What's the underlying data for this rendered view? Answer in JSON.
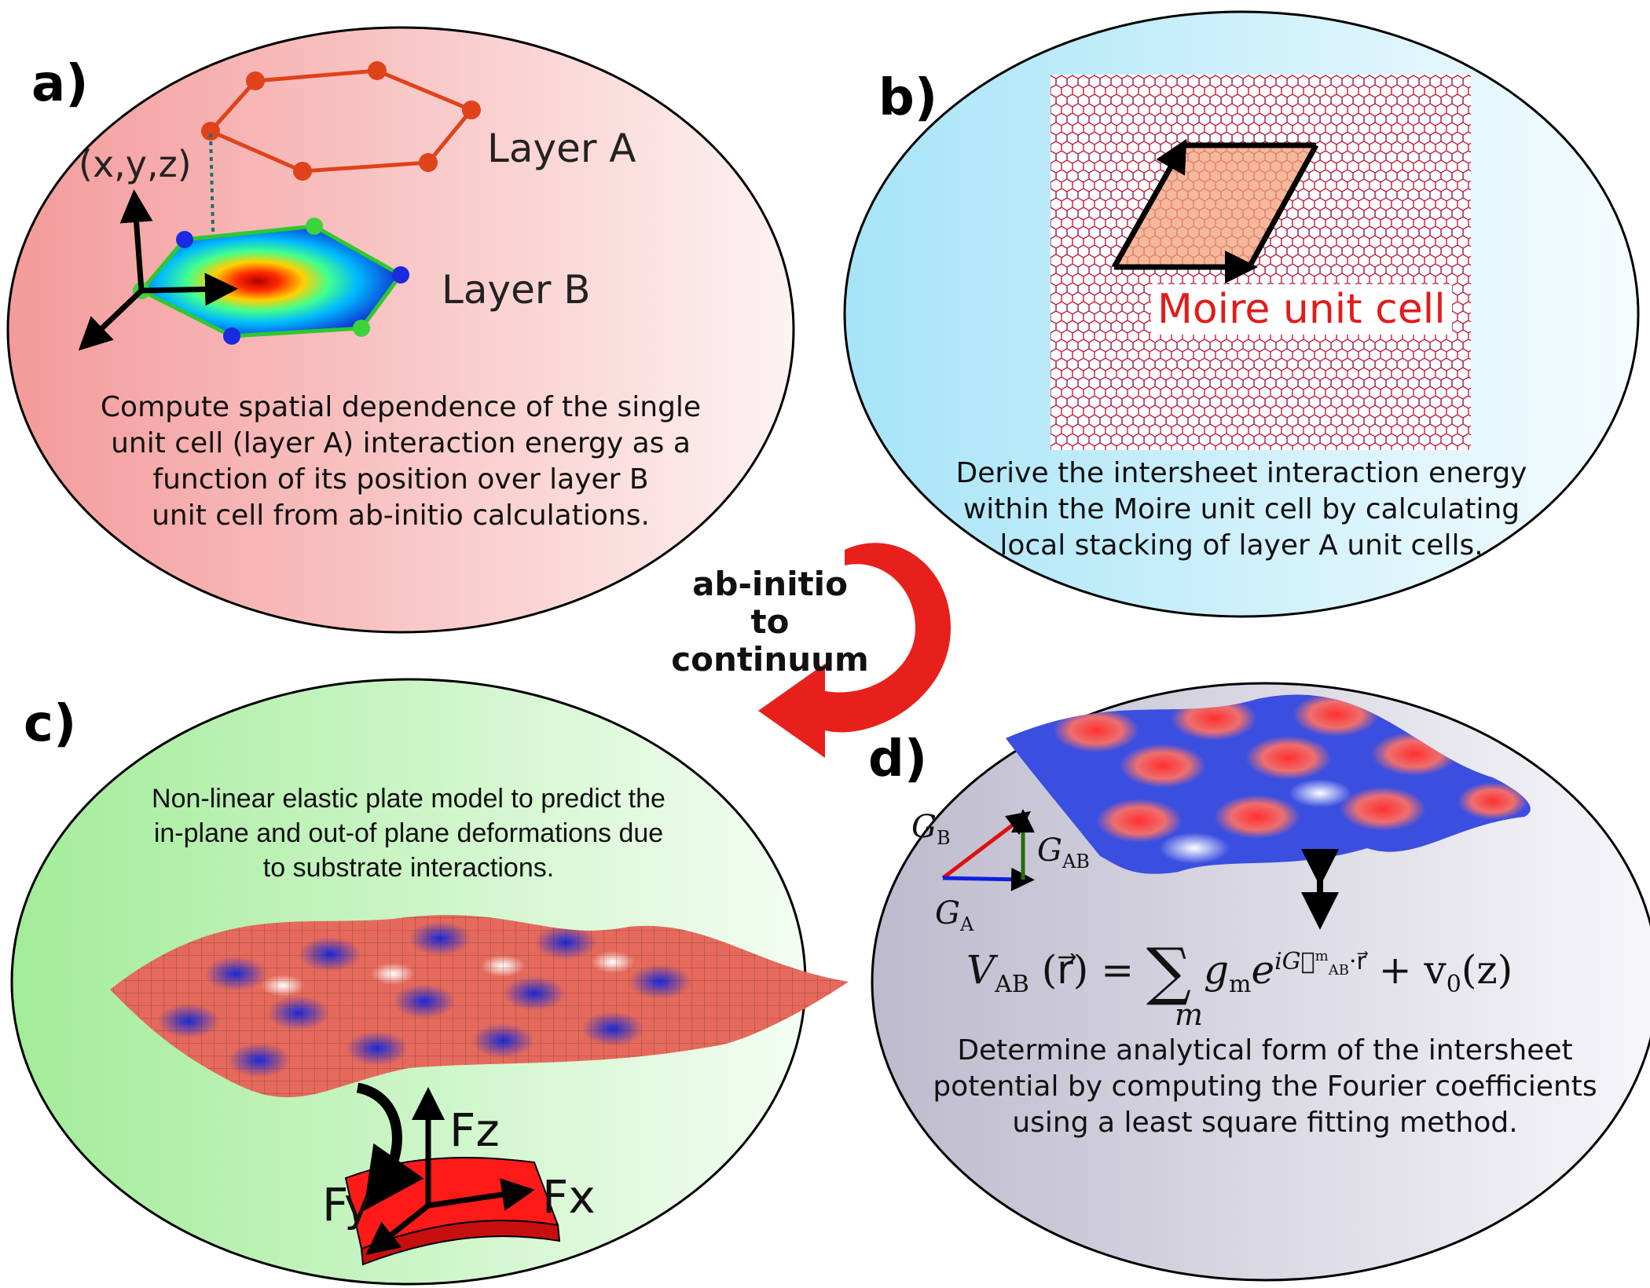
{
  "panels": {
    "a": {
      "label": "a)",
      "coord_label": "(x,y,z)",
      "layer_a": "Layer A",
      "layer_b": "Layer B",
      "desc": [
        "Compute spatial dependence of the single",
        "unit cell (layer A) interaction energy as a",
        "function of its position over layer B",
        "unit cell from ab-initio calculations."
      ],
      "bg_color": "#f5aaaa"
    },
    "b": {
      "label": "b)",
      "moire_label": "Moire unit cell",
      "desc": [
        "Derive the intersheet interaction energy",
        "within the Moire unit cell by calculating",
        "local stacking of  layer A unit cells."
      ],
      "bg_color": "#bde9f8"
    },
    "c": {
      "label": "c)",
      "desc": [
        "Non-linear elastic plate model to predict the",
        "in-plane and out-of plane deformations due",
        "to substrate interactions."
      ],
      "forces": {
        "fz": "Fz",
        "fy": "Fy",
        "fx": "Fx"
      },
      "bg_color": "#b6f0b0"
    },
    "d": {
      "label": "d)",
      "vec_b": "G",
      "vec_b_sub": "B",
      "vec_ab": "G",
      "vec_ab_sub": "AB",
      "vec_a": "G",
      "vec_a_sub": "A",
      "equation": {
        "lhs_v": "V",
        "lhs_sub": "AB",
        "lhs_arg": "(r⃗) =",
        "sum": "∑",
        "sum_index": "m",
        "g": "g",
        "g_sub": "m",
        "e": "e",
        "exponent": "iG⃗",
        "exp_sup": "m",
        "exp_sub": "AB",
        "exp_tail": "·r⃗",
        "tail": "+ v",
        "tail_sub": "0",
        "tail_arg": "(z)"
      },
      "desc": [
        "Determine analytical form of the intersheet",
        "potential by computing the Fourier coefficients",
        "using a least square fitting method."
      ],
      "bg_color": "#c9c7d8"
    }
  },
  "center_text": [
    "ab-initio",
    "to",
    "continuum"
  ],
  "colors": {
    "arrow_red": "#e8201c",
    "atom_red": "#e0421a",
    "atom_blue": "#1a2ae0",
    "atom_green": "#3cd43c"
  }
}
